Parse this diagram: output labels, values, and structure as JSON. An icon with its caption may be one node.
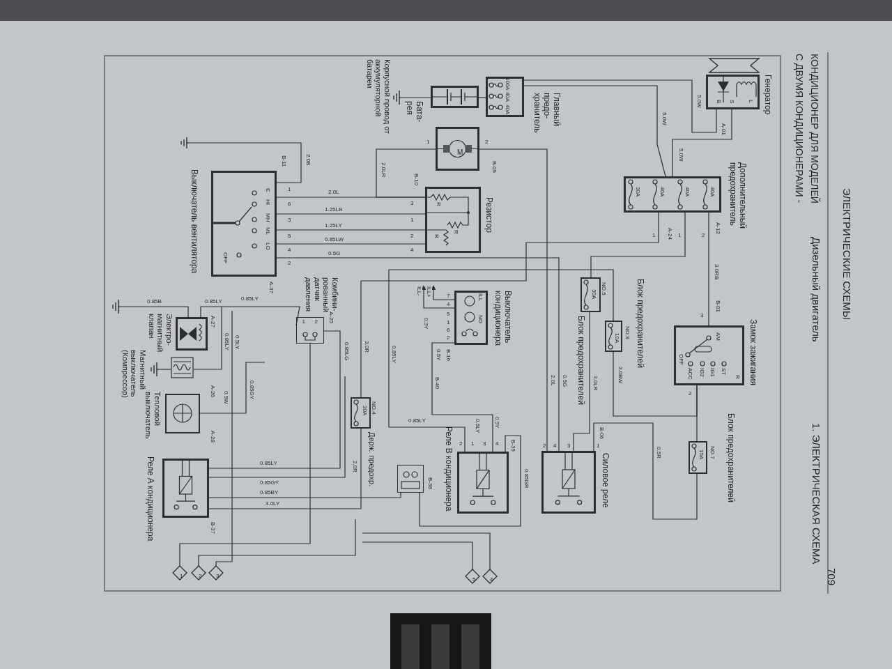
{
  "diagram": {
    "title": "КОНДИЦИОНЕР ДЛЯ МОДЕЛЕЙ С ДВУМЯ КОНДИЦИОНЕРАМИ -",
    "nodes": [
      {
        "text": [
          "Генератор",
          "B",
          "S",
          "L"
        ]
      },
      {
        "text": [
          "Главный предо- хранитель",
          "100A",
          "40A",
          "40A"
        ]
      },
      {
        "text": [
          "Бата- рея"
        ]
      },
      {
        "text": [],
        "shape": "ground"
      },
      {
        "text": [
          "M"
        ],
        "beside": [
          "1",
          "2"
        ]
      },
      {
        "text": [
          "Резистор",
          "R",
          "R",
          "R"
        ],
        "beside": [
          "3",
          "1",
          "2",
          "4"
        ]
      },
      {
        "text": [
          "Выключатель вентилятора",
          "E",
          "HI",
          "MH",
          "ML",
          "LO",
          "OFF"
        ],
        "beside": [
          "1",
          "6",
          "3",
          "5",
          "4",
          "2"
        ]
      },
      {
        "text": [],
        "shape": "ground"
      },
      {
        "text": [
          "Дополнительный предохранитель",
          "30A",
          "40A",
          "40A",
          "40A"
        ],
        "beside": [
          "1",
          "1",
          "2"
        ]
      },
      {
        "text": [
          "Замок зажигания",
          "AM",
          "OFF",
          "ACC",
          "IG2",
          "IG1",
          "ST",
          "R"
        ],
        "beside": [
          "3",
          "2"
        ]
      },
      {
        "text": [
          "Блок предохранителей",
          "NO.7",
          "15A"
        ]
      },
      {
        "text": [
          "Блок предохранителей",
          "NO.9",
          "10A"
        ]
      },
      {
        "text": [
          "Блок предохранителей",
          "NO.5",
          "30A"
        ]
      },
      {
        "text": [
          "Выключатель кондиционера",
          "ILL",
          "NO"
        ],
        "beside": [
          "7",
          "4",
          "5",
          "1",
          "6",
          "2"
        ]
      },
      {
        "text": [
          "Силовое реле"
        ],
        "beside": [
          "2",
          "4",
          "3",
          "1"
        ]
      },
      {
        "text": [
          "Реле В кондиционера"
        ],
        "beside": [
          "2",
          "1",
          "3",
          "4"
        ]
      },
      {
        "text": [],
        "shape": "box",
        "beside": [
          "B-38"
        ]
      },
      {
        "text": [
          "Держ. предохр.",
          "NO.4",
          "30A"
        ]
      },
      {
        "text": [
          "Комбини- рованный датчик давления",
          "1",
          "2"
        ]
      },
      {
        "text": [
          "Электро- магнитный клапан"
        ]
      },
      {
        "text": [],
        "shape": "ground"
      },
      {
        "text": [
          "Магнитный выключатель (Компрессор)"
        ]
      },
      {
        "text": [],
        "shape": "ground"
      },
      {
        "text": [
          "Тепловой выключатель"
        ]
      },
      {
        "text": [
          "Реле А кондиционера"
        ]
      },
      {
        "text": [
          "1"
        ]
      },
      {
        "text": [
          "2"
        ]
      },
      {
        "text": [
          "3"
        ]
      },
      {
        "text": [
          "5"
        ]
      },
      {
        "text": [
          "4"
        ]
      }
    ],
    "edges": [
      {
        "from": 0,
        "to": 1,
        "arrow": "none",
        "label": "5.0W"
      },
      {
        "from": 0,
        "to": 8,
        "arrow": "none",
        "label": "5.0W"
      },
      {
        "from": 1,
        "to": 8,
        "arrow": "none",
        "label": "5.0W"
      },
      {
        "from": 2,
        "to": 1,
        "arrow": "none"
      },
      {
        "from": 2,
        "to": 3,
        "arrow": "none"
      },
      {
        "from": 8,
        "to": 9,
        "arrow": "none",
        "label": "3.0RB"
      },
      {
        "from": 8,
        "to": 12,
        "arrow": "none"
      },
      {
        "from": 8,
        "to": 17,
        "arrow": "none",
        "label": "3.0R"
      },
      {
        "from": 9,
        "to": 11,
        "arrow": "none",
        "label": "3.0BW"
      },
      {
        "from": 9,
        "to": 10,
        "arrow": "none"
      },
      {
        "from": 10,
        "to": 14,
        "arrow": "none",
        "label": "0.5R"
      },
      {
        "from": 12,
        "to": 14,
        "arrow": "none",
        "label": "3.0LR"
      },
      {
        "from": 11,
        "to": 15,
        "arrow": "none",
        "label": "0.85LY"
      },
      {
        "from": 6,
        "to": 5,
        "arrow": "none",
        "label": "2.0L"
      },
      {
        "from": 4,
        "to": 5,
        "arrow": "none",
        "label": "2.0LR"
      },
      {
        "from": 6,
        "to": 5,
        "arrow": "none",
        "label": "1.25LB"
      },
      {
        "from": 6,
        "to": 5,
        "arrow": "none",
        "label": "1.25LY"
      },
      {
        "from": 6,
        "to": 5,
        "arrow": "none",
        "label": "0.85LW"
      },
      {
        "from": 6,
        "to": 14,
        "arrow": "none",
        "label": "0.5G"
      },
      {
        "from": 4,
        "to": 14,
        "arrow": "none",
        "label": "2.0L"
      },
      {
        "from": 6,
        "to": 7,
        "arrow": "none",
        "label": "2.0B"
      },
      {
        "from": 13,
        "to": 15,
        "arrow": "none",
        "label": "0.5Y"
      },
      {
        "from": 15,
        "to": 16,
        "arrow": "none",
        "label": "0.85GR"
      },
      {
        "from": 16,
        "to": 24,
        "arrow": "none",
        "label": "0.85BY"
      },
      {
        "from": 17,
        "to": 24,
        "arrow": "none",
        "label": "3.0LY"
      },
      {
        "from": 24,
        "to": 18,
        "arrow": "none",
        "label": "0.85LY"
      },
      {
        "from": 19,
        "to": 20,
        "arrow": "none",
        "label": "0.85B"
      },
      {
        "from": 19,
        "to": 18,
        "arrow": "none",
        "label": "0.85LY"
      },
      {
        "from": 21,
        "to": 22,
        "arrow": "none"
      },
      {
        "from": 21,
        "to": null,
        "arrow": "none",
        "label": "0.85LY"
      },
      {
        "from": 23,
        "to": null,
        "arrow": "none",
        "label": "0.85GY"
      },
      {
        "from": 24,
        "to": null,
        "arrow": "none",
        "label": "0.85GY"
      },
      {
        "from": 25,
        "to": 18,
        "arrow": "none"
      },
      {
        "from": 26,
        "to": null,
        "arrow": "none"
      },
      {
        "from": 27,
        "to": null,
        "arrow": "none",
        "label": "0.5LY"
      },
      {
        "from": 28,
        "to": null,
        "arrow": "none"
      },
      {
        "from": 29,
        "to": null,
        "arrow": "none"
      },
      {
        "from": 13,
        "to": null,
        "arrow": "to",
        "label": "ILL-"
      },
      {
        "from": 13,
        "to": null,
        "arrow": "to",
        "label": "ILL+"
      }
    ],
    "labels": [
      "ЭЛЕКТРИЧЕСКИЕ СХЕМЫ",
      "709",
      "Дизельный двигатель",
      "1. ЭЛЕКТРИЧЕСКАЯ СХЕМА",
      "Корпусной провод от аккумуляторной батареи",
      "A-01",
      "A-12",
      "A-24",
      "B-01",
      "B-09",
      "B-10",
      "B-11",
      "A-37",
      "A-25",
      "A-27",
      "A-26",
      "A-28",
      "B-37",
      "B-16",
      "B-40",
      "B-06",
      "B-39",
      "0.85LY",
      "0.85LY",
      "0.5G",
      "0.5Y",
      "0.5LY",
      "2.0R",
      "0.5W",
      "0.3Y",
      "0.85LG"
    ]
  }
}
